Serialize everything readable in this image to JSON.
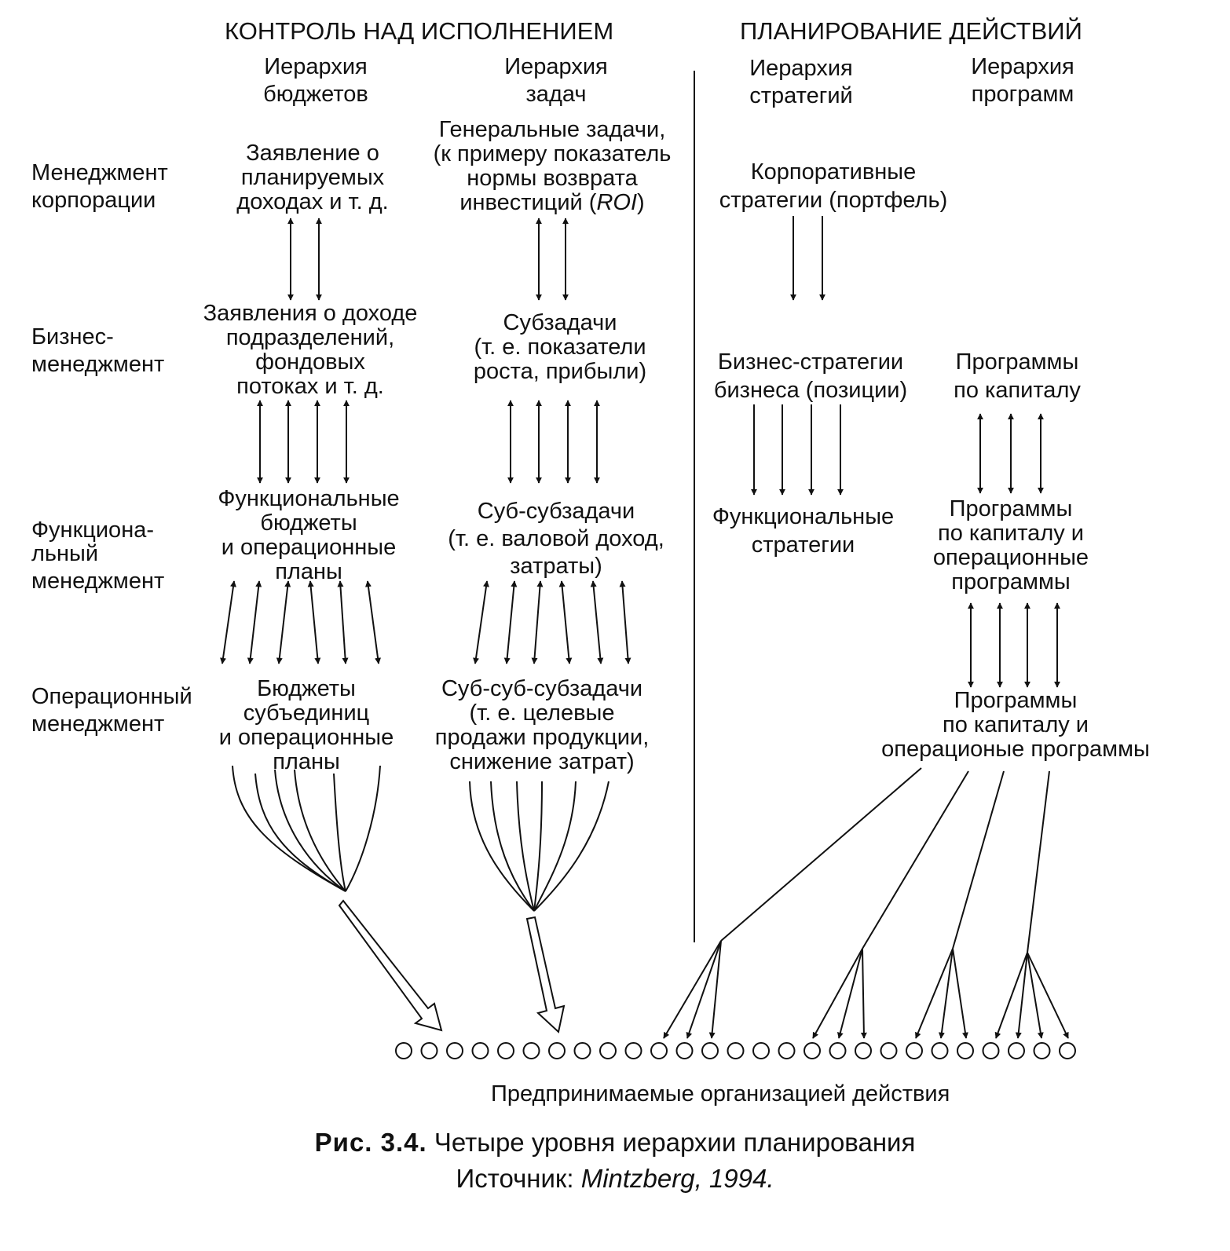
{
  "headers": {
    "control": "КОНТРОЛЬ НАД ИСПОЛНЕНИЕМ",
    "planning": "ПЛАНИРОВАНИЕ ДЕЙСТВИЙ"
  },
  "columns": {
    "budgets": [
      "Иерархия",
      "бюджетов"
    ],
    "tasks": [
      "Иерархия",
      "задач"
    ],
    "strategies": [
      "Иерархия",
      "стратегий"
    ],
    "programs": [
      "Иерархия",
      "программ"
    ]
  },
  "rows": {
    "corporate": [
      "Менеджмент",
      "корпорации"
    ],
    "business": [
      "Бизнес-",
      "менеджмент"
    ],
    "functional": [
      "Функциона-",
      "льный",
      "менеджмент"
    ],
    "operational": [
      "Операционный",
      "менеджмент"
    ]
  },
  "cells": {
    "budgets": {
      "corporate": [
        "Заявление о",
        "планируемых",
        "доходах и т. д."
      ],
      "business": [
        "Заявления о доходе",
        "подразделений,",
        "фондовых",
        "потоках и т. д."
      ],
      "functional": [
        "Функциональные",
        "бюджеты",
        "и операционные",
        "планы"
      ],
      "operational": [
        "Бюджеты",
        "субъединиц",
        "и операционные",
        "планы"
      ]
    },
    "tasks": {
      "corporate": [
        "Генеральные задачи,",
        "(к примеру показатель",
        "нормы возврата",
        "инвестиций (",
        "ROI",
        ")"
      ],
      "business": [
        "Субзадачи",
        "(т. е. показатели",
        "роста, прибыли)"
      ],
      "functional": [
        "Суб-субзадачи",
        "(т. е. валовой доход,",
        "затраты)"
      ],
      "operational": [
        "Суб-суб-субзадачи",
        "(т. е. целевые",
        "продажи продукции,",
        "снижение затрат)"
      ]
    },
    "strategies": {
      "corporate": [
        "Корпоративные",
        "стратегии (портфель)"
      ],
      "business": [
        "Бизнес-стратегии",
        "бизнеса (позиции)"
      ],
      "functional": [
        "Функциональные",
        "стратегии"
      ]
    },
    "programs": {
      "business": [
        "Программы",
        "по капиталу"
      ],
      "functional": [
        "Программы",
        "по капиталу и",
        "операционные",
        "программы"
      ],
      "operational": [
        "Программы",
        "по капиталу и",
        "операционые программы"
      ]
    }
  },
  "actions_label": "Предпринимаемые организацией действия",
  "caption": {
    "prefix": "Рис. 3.4.",
    "title": "Четыре уровня иерархии планирования",
    "source_label": "Источник:",
    "source": "Mintzberg, 1994."
  }
}
